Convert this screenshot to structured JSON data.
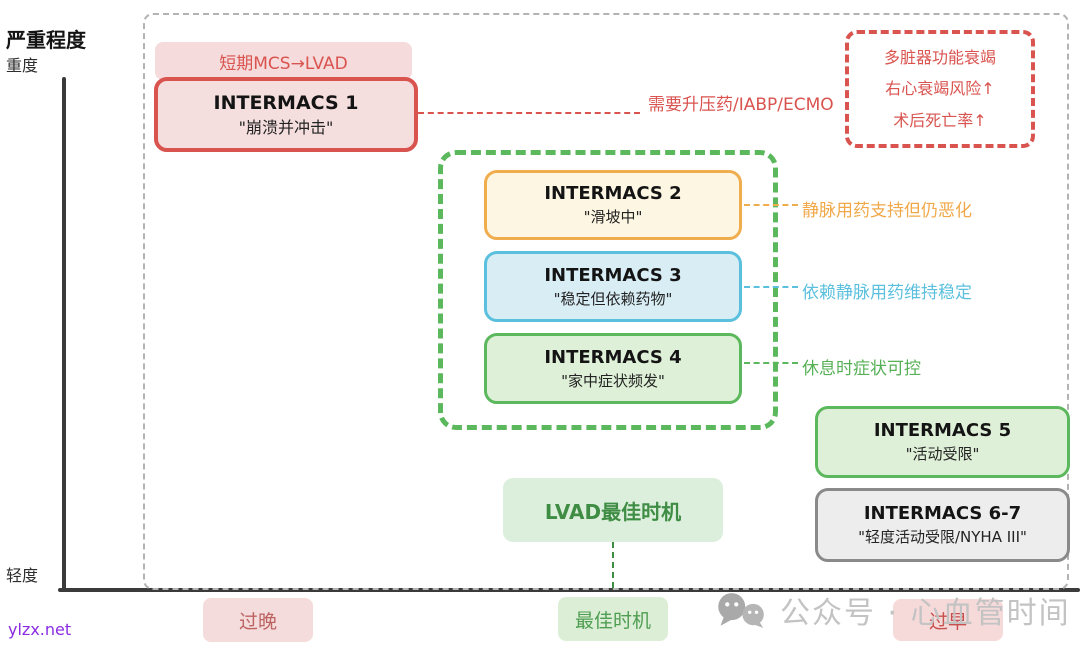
{
  "title": "严重程度",
  "axis": {
    "y_top": "重度",
    "y_bottom": "轻度"
  },
  "stages": [
    {
      "name": "INTERMACS 1",
      "desc": "\"崩溃并冲击\""
    },
    {
      "name": "INTERMACS 2",
      "desc": "\"滑坡中\""
    },
    {
      "name": "INTERMACS 3",
      "desc": "\"稳定但依赖药物\""
    },
    {
      "name": "INTERMACS 4",
      "desc": "\"家中症状频发\""
    },
    {
      "name": "INTERMACS 5",
      "desc": "\"活动受限\""
    },
    {
      "name": "INTERMACS 6-7",
      "desc": "\"轻度活动受限/NYHA III\""
    }
  ],
  "annotations": {
    "bridge": "短期MCS→LVAD",
    "pressors": "需要升压药/IABP/ECMO",
    "risk_box": {
      "line1": "多脏器功能衰竭",
      "line2": "右心衰竭风险↑",
      "line3": "术后死亡率↑"
    },
    "stage2_note": "静脉用药支持但仍恶化",
    "stage3_note": "依赖静脉用药维持稳定",
    "stage4_note": "休息时症状可控"
  },
  "timing": {
    "window_box": "LVAD最佳时机",
    "too_late": "过晚",
    "optimal": "最佳时机",
    "too_early": "过早"
  },
  "watermark": "公众号 · 心血管时间",
  "site": "ylzx.net",
  "colors": {
    "red": "#d9534f",
    "red_bg": "#f5dede",
    "orange": "#f0ad4e",
    "orange_bg": "#fdf6e3",
    "blue": "#5bc0de",
    "blue_bg": "#d9edf5",
    "green": "#5cb85c",
    "green_bg": "#dff0d8",
    "dark_green": "#3f8d44",
    "gray": "#8a8a8a",
    "gray_bg": "#ededed"
  }
}
